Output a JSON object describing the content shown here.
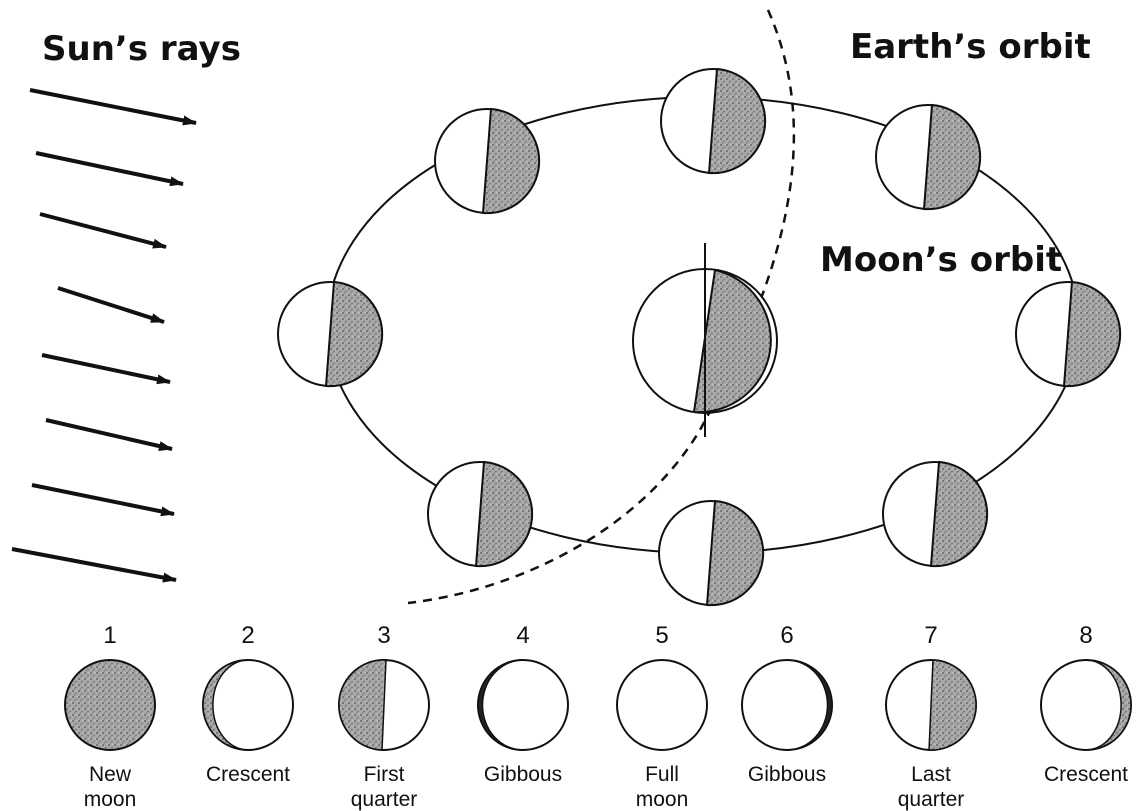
{
  "labels": {
    "sun_rays": "Sun’s rays",
    "earth_orbit": "Earth’s orbit",
    "moon_orbit": "Moon’s orbit"
  },
  "phases": [
    {
      "number": "1",
      "name_line1": "New",
      "name_line2": "moon",
      "appearance": "new"
    },
    {
      "number": "2",
      "name_line1": "Crescent",
      "name_line2": "",
      "appearance": "waxing-crescent"
    },
    {
      "number": "3",
      "name_line1": "First",
      "name_line2": "quarter",
      "appearance": "first-quarter"
    },
    {
      "number": "4",
      "name_line1": "Gibbous",
      "name_line2": "",
      "appearance": "waxing-gibbous"
    },
    {
      "number": "5",
      "name_line1": "Full",
      "name_line2": "moon",
      "appearance": "full"
    },
    {
      "number": "6",
      "name_line1": "Gibbous",
      "name_line2": "",
      "appearance": "waning-gibbous"
    },
    {
      "number": "7",
      "name_line1": "Last",
      "name_line2": "quarter",
      "appearance": "last-quarter"
    },
    {
      "number": "8",
      "name_line1": "Crescent",
      "name_line2": "",
      "appearance": "waning-crescent"
    }
  ],
  "colors": {
    "shade": "#9a9a9a",
    "line": "#111111",
    "lit": "#ffffff"
  }
}
